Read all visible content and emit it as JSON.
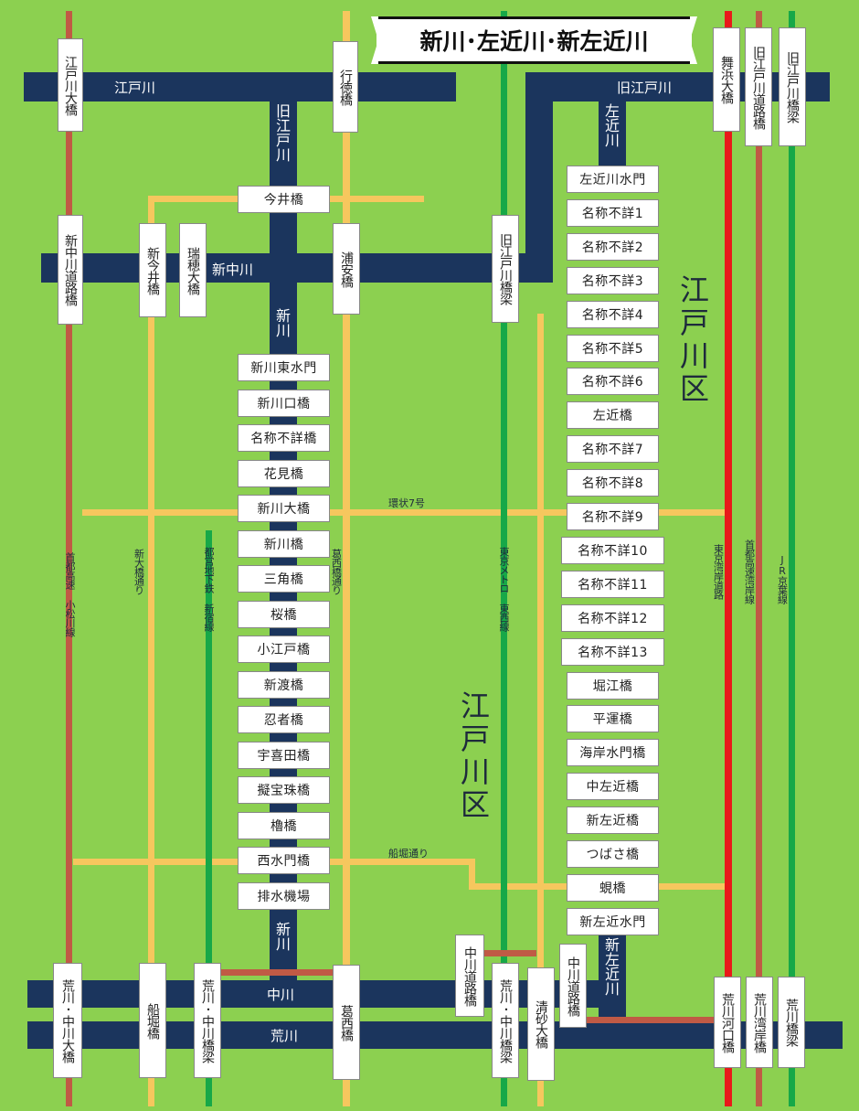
{
  "title": "新川･左近川･新左近川",
  "rivers": {
    "edogawa": "江戸川",
    "kyu_edogawa": "旧江戸川",
    "kyu_edo_vertical": "旧江戸川",
    "shinnakagawa": "新中川",
    "shinkawa": "新川",
    "shinkawa_lower": "新川",
    "sakon": "左近川",
    "shinsakon": "新左近川",
    "nakagawa": "中川",
    "arakawa": "荒川"
  },
  "wards": {
    "ward_east": "江戸川区",
    "ward_center": "江戸川区"
  },
  "streets": {
    "kanjo7": "環状7号",
    "funabori": "船堀通り",
    "shinohashi": "新大橋通り",
    "kasai": "葛西橋通り",
    "shinjuku_line": "都営地下鉄 新宿線",
    "tozai_line": "東京メトロ 東西線",
    "komatsugawa": "首都高速 小松川線",
    "wangan_road": "東京湾岸道路",
    "wangan_exp": "首都高速湾岸線",
    "keiyo": "JR京葉線"
  },
  "top_vertical": {
    "edogawa_ohashi": "江戸川大橋",
    "gyotoku": "行徳橋",
    "maihama": "舞浜大橋",
    "kyuedo_road": "旧江戸川道路橋",
    "kyuedo_rail": "旧江戸川橋梁"
  },
  "middle_vertical": {
    "shinnakagawa_road": "新中川道路橋",
    "shinimai": "新今井橋",
    "mizuho": "瑞穂大橋",
    "uraya": "浦安橋",
    "kyuedo_rail2": "旧江戸川橋梁"
  },
  "imai": "今井橋",
  "bottom_vertical": {
    "arakawa_nakagawa": "荒川･中川大橋",
    "funabori_bridge": "船堀橋",
    "arakawa_nakagawa_rail": "荒川･中川橋梁",
    "kasai_bridge": "葛西橋",
    "nakagawa_road": "中川道路橋",
    "arakawa_nakagawa_rail2": "荒川･中川橋梁",
    "seisuna": "清砂大橋",
    "nakagawa_road2": "中川道路橋",
    "kako": "荒川河口橋",
    "wangan_bridge": "荒川湾岸橋",
    "arakawa_rail": "荒川橋梁"
  },
  "shinkawa_bridges": [
    "新川東水門",
    "新川口橋",
    "名称不詳橋",
    "花見橋",
    "新川大橋",
    "新川橋",
    "三角橋",
    "桜橋",
    "小江戸橋",
    "新渡橋",
    "忍者橋",
    "宇喜田橋",
    "擬宝珠橋",
    "櫓橋",
    "西水門橋",
    "排水機場"
  ],
  "sakon_bridges": [
    "左近川水門",
    "名称不詳1",
    "名称不詳2",
    "名称不詳3",
    "名称不詳4",
    "名称不詳5",
    "名称不詳6",
    "左近橋",
    "名称不詳7",
    "名称不詳8",
    "名称不詳9",
    "名称不詳10",
    "名称不詳11",
    "名称不詳12",
    "名称不詳13",
    "堀江橋",
    "平運橋",
    "海岸水門橋",
    "中左近橋",
    "新左近橋",
    "つばさ橋",
    "蜆橋",
    "新左近水門"
  ],
  "colors": {
    "background": "#8cd050",
    "water": "#1b355d",
    "road": "#f6c75e",
    "rail": "#17a848",
    "expressway": "#c05a45",
    "wangan_road": "#e8191a"
  }
}
